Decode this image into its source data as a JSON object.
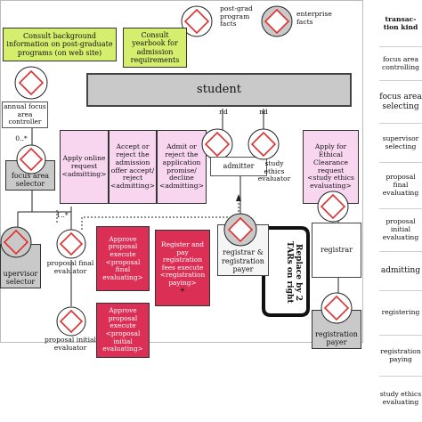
{
  "legend": {
    "postgrad_facts": "post-grad program facts",
    "enterprise_facts": "enterprise facts"
  },
  "notes": {
    "consult_programs": "Consult background information on post-graduate programs (on web site)",
    "consult_yearbook": "Consult yearbook for admission requirements"
  },
  "actors": {
    "student": "student",
    "annual_focus_controller": "annual focus area controller",
    "focus_area_selector": "focus area selector",
    "supervisor_selector": "upervisor selector",
    "proposal_final_evaluator": "proposal final evaluator",
    "proposal_initial_evaluator": "proposal initial evaluator",
    "admitter": "admitter",
    "study_ethics_evaluator": "study ethics evaluator",
    "registrar_payer": "registrar & registration payer",
    "registrar": "registrar",
    "registration_payer": "registration payer"
  },
  "cardinality": {
    "focus": "0..*",
    "evaluator": "1..*",
    "nd1": "nd",
    "nd2": "nd"
  },
  "transactions": {
    "apply_online": "Apply online request <admitting>",
    "accept_reject": "Accept or reject the admission offer accept/ reject <admitting>",
    "admit_reject": "Admit or reject the application promise/ decline <admitting>",
    "apply_ethical": "Apply for Ethical Clearance request <study ethics evaluating>",
    "approve_final": "Approve proposal execute <proposal final evaluating>",
    "approve_initial": "Approve proposal execute <proposal initial evaluating>",
    "register_pay": "Register and pay registration fees execute <registration paying>",
    "plus": "+"
  },
  "callout": "Replace by 2 TARs on right",
  "sidebar": {
    "header": "transac-tion kind",
    "items": [
      "focus area controlling",
      "focus area selecting",
      "supervisor selecting",
      "proposal final evaluating",
      "proposal initial evaluating",
      "admitting",
      "registering",
      "registration paying",
      "study ethics evaluating"
    ]
  },
  "colors": {
    "green": "#d6ee6e",
    "pink": "#f9d6f0",
    "red": "#dc2f55",
    "gray": "#c9c9c9",
    "diamond_red": "#e03030"
  }
}
